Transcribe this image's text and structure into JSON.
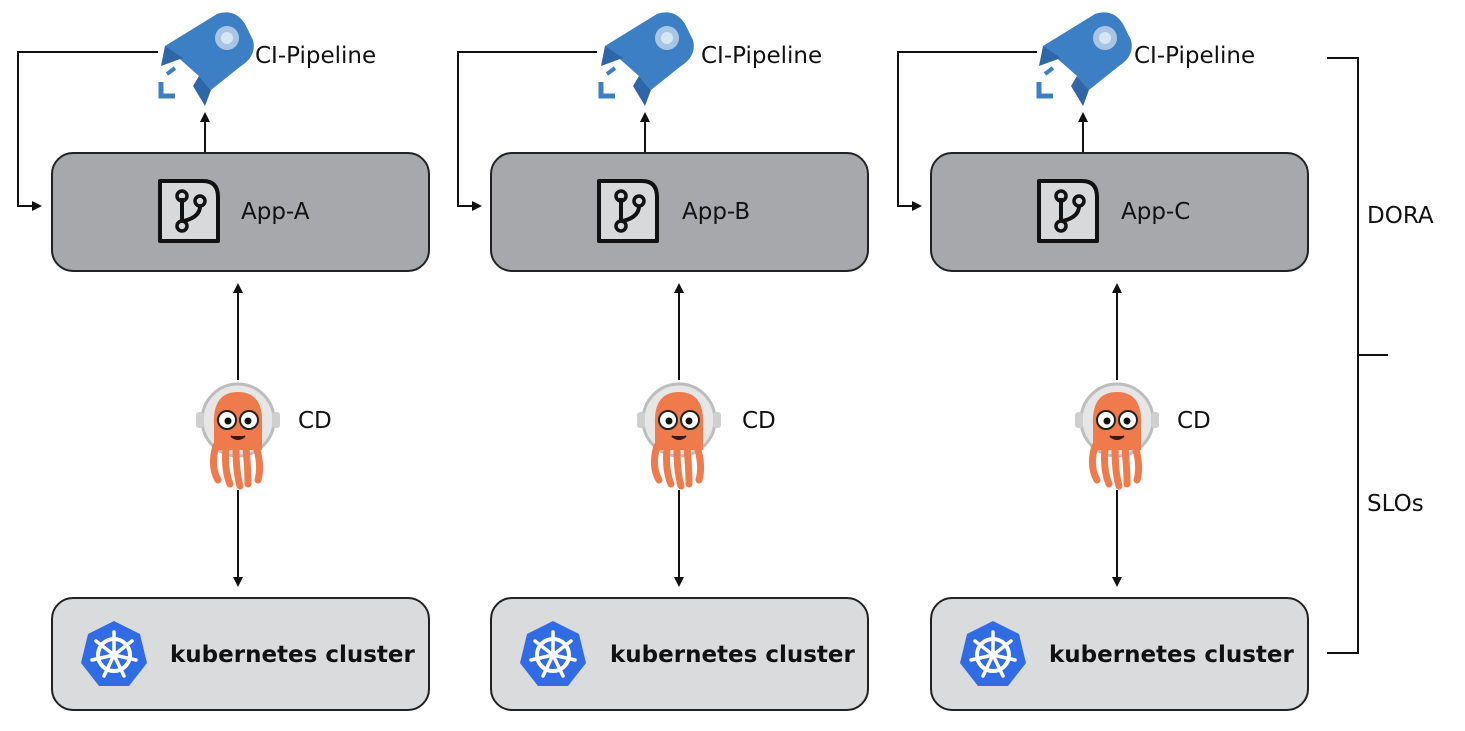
{
  "columns": [
    {
      "ci_label": "CI-Pipeline",
      "app_label": "App-A",
      "cd_label": "CD",
      "cluster_label": "kubernetes cluster"
    },
    {
      "ci_label": "CI-Pipeline",
      "app_label": "App-B",
      "cd_label": "CD",
      "cluster_label": "kubernetes cluster"
    },
    {
      "ci_label": "CI-Pipeline",
      "app_label": "App-C",
      "cd_label": "CD",
      "cluster_label": "kubernetes cluster"
    }
  ],
  "brackets": {
    "upper_label": "DORA",
    "lower_label": "SLOs"
  },
  "colors": {
    "app_box": "#a7a8ab",
    "cluster_box": "#dadbdd",
    "rocket": "#3d7fc4",
    "argo_orange": "#ef7b4d",
    "k8s_blue": "#326ce5"
  },
  "icons": [
    "rocket-icon",
    "git-branch-icon",
    "argo-octopus-icon",
    "kubernetes-helm-icon"
  ]
}
